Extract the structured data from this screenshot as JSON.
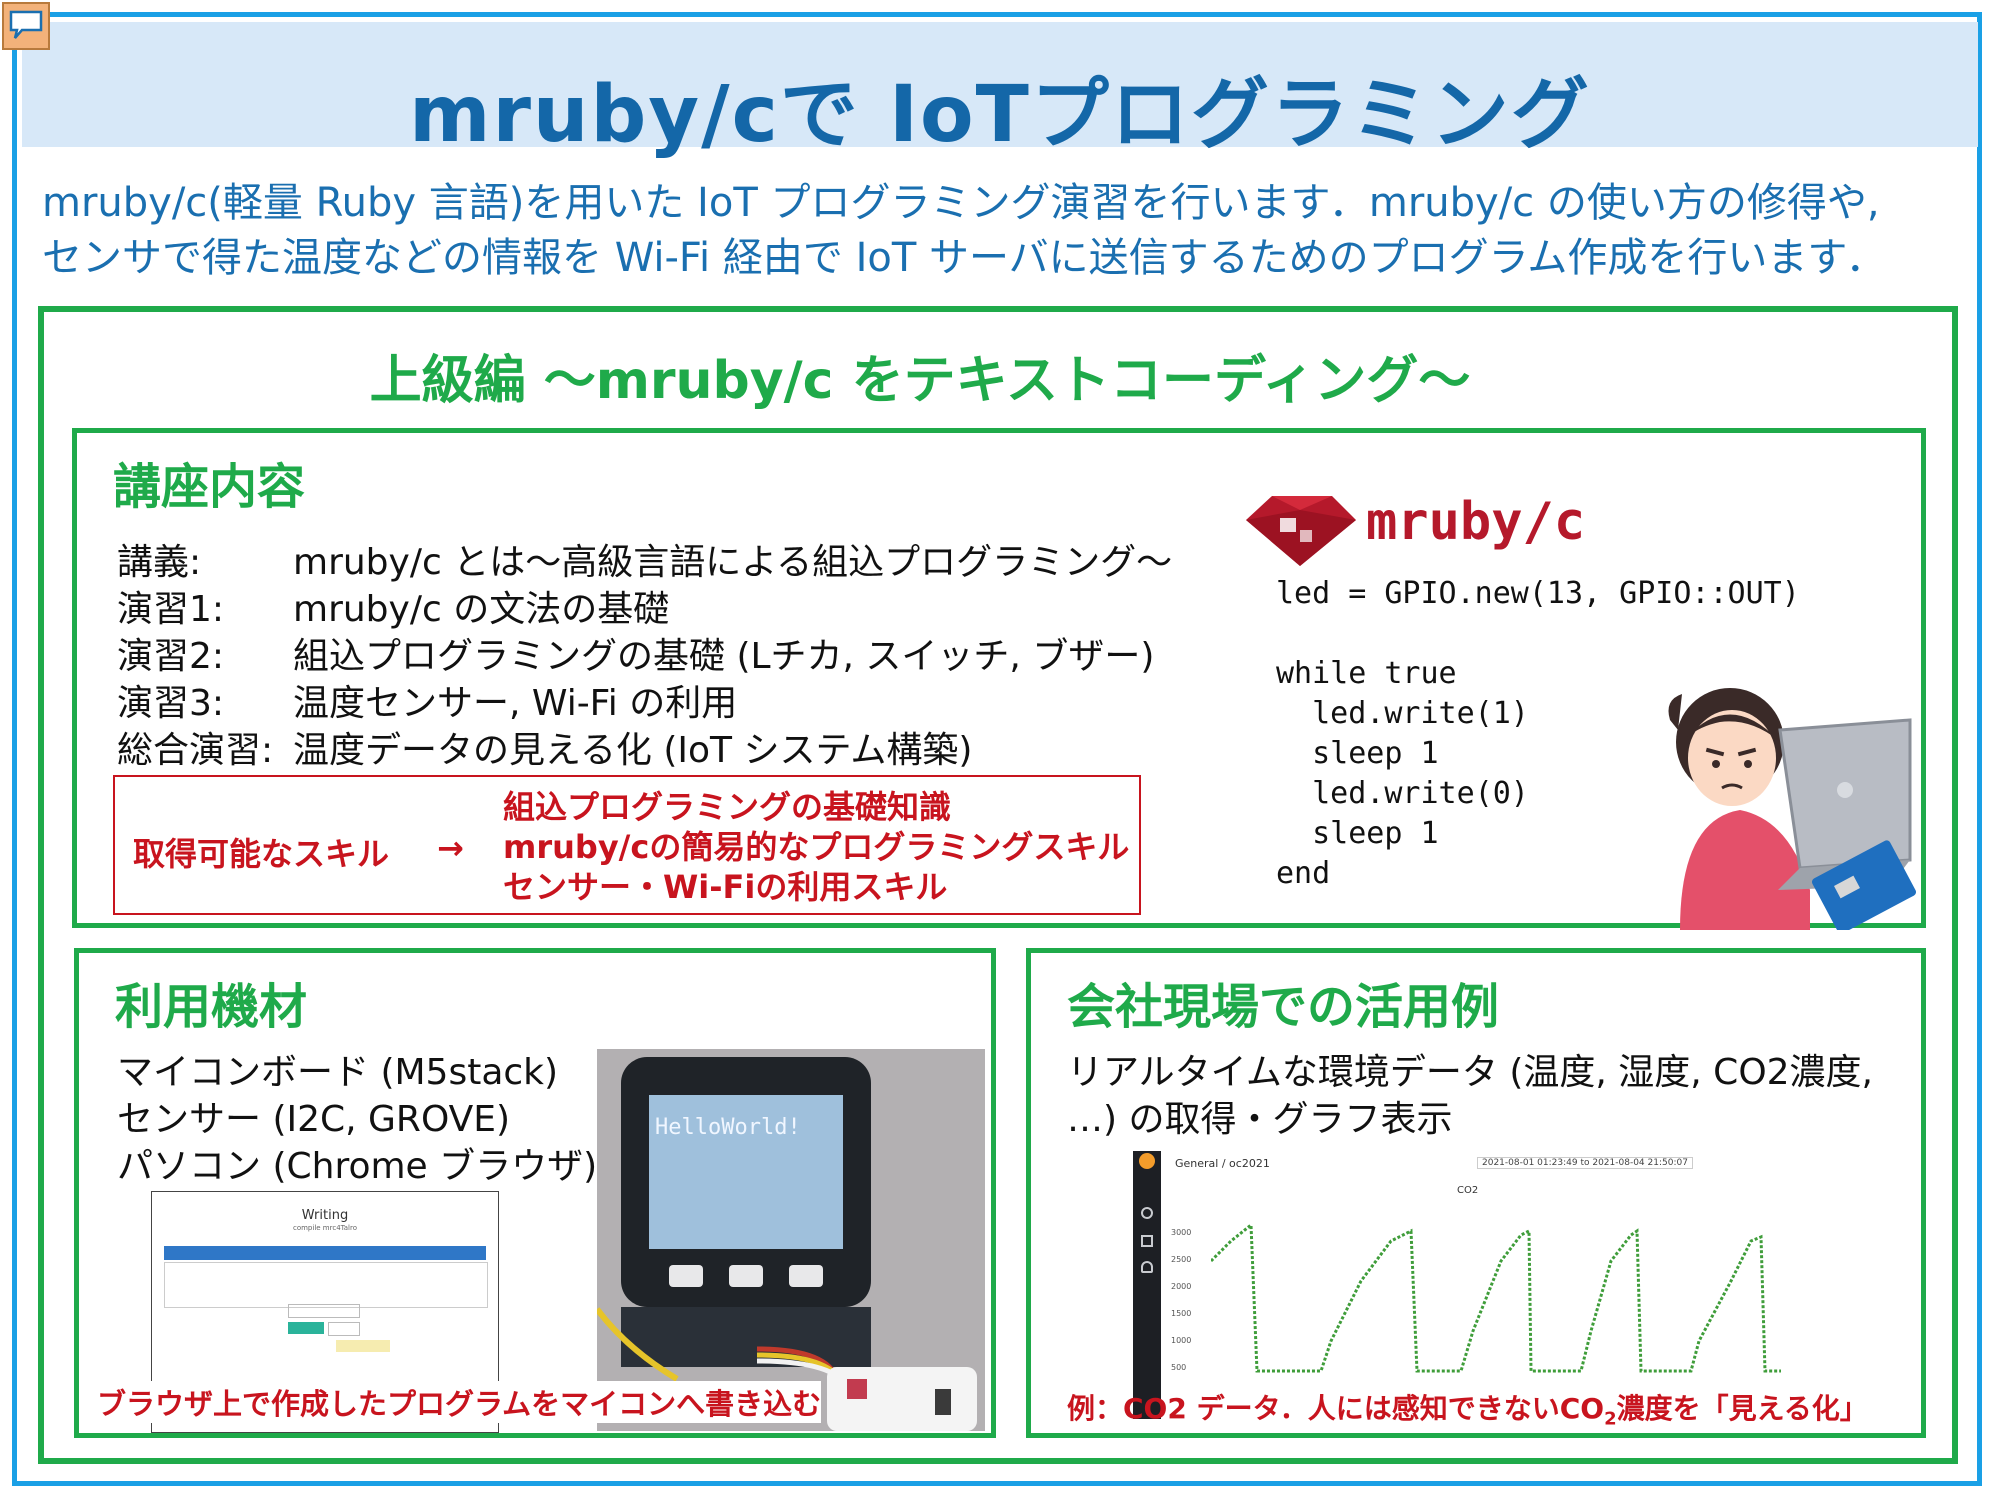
{
  "header": {
    "title": "mruby/cで IoTプログラミング"
  },
  "intro": {
    "line1": "mruby/c(軽量 Ruby 言語)を用いた IoT プログラミング演習を行います．mruby/c の使い方の修得や,",
    "line2": "センサで得た温度などの情報を Wi-Fi 経由で IoT サーバに送信するためのプログラム作成を行います．"
  },
  "advanced": {
    "title": "上級編 ～mruby/c をテキストコーディング～"
  },
  "course": {
    "title": "講座内容",
    "rows": [
      {
        "key": "講義:",
        "value": "mruby/c とは～高級言語による組込プログラミング～"
      },
      {
        "key": "演習1:",
        "value": "mruby/c の文法の基礎"
      },
      {
        "key": "演習2:",
        "value": "組込プログラミングの基礎 (Lチカ, スイッチ, ブザー)"
      },
      {
        "key": "演習3:",
        "value": "温度センサー, Wi-Fi の利用"
      },
      {
        "key": "総合演習:",
        "value": "温度データの見える化 (IoT システム構築)"
      }
    ],
    "skills": {
      "label": "取得可能なスキル",
      "arrow": "→",
      "items": [
        "組込プログラミングの基礎知識",
        "mruby/cの簡易的なプログラミングスキル",
        "センサー・Wi-Fiの利用スキル"
      ]
    },
    "logo_text": "mruby/c",
    "code": "led = GPIO.new(13, GPIO::OUT)\n\nwhile true\n  led.write(1)\n  sleep 1\n  led.write(0)\n  sleep 1\nend"
  },
  "equipment": {
    "title": "利用機材",
    "items": [
      "マイコンボード (M5stack)",
      "センサー (I2C, GROVE)",
      "パソコン (Chrome ブラウザ)"
    ],
    "screenshot_title": "Writing",
    "screenshot_subtitle": "compile mrc4Talro",
    "device_screen_text": "HelloWorld!",
    "caption": "ブラウザ上で作成したプログラムをマイコンへ書き込む"
  },
  "usecase": {
    "title": "会社現場での活用例",
    "line1": "リアルタイムな環境データ (温度, 湿度, CO2濃度,",
    "line2": "…) の取得・グラフ表示",
    "graph": {
      "breadcrumb": "General / oc2021",
      "time_range": "2021-08-01 01:23:49 to 2021-08-04 21:50:07",
      "panel_title": "CO2",
      "y_ticks": [
        "3000",
        "2500",
        "2000",
        "1500",
        "1000",
        "500"
      ]
    },
    "caption_pre": "例：CO2 データ．人には感知できないCO",
    "caption_sub": "2",
    "caption_post": "濃度を「見える化」"
  },
  "colors": {
    "frame": "#1aa0e6",
    "title_band": "#d7e8f8",
    "title_text": "#1467a8",
    "green": "#1faa4a",
    "red": "#c8141e",
    "mruby_red": "#b5192b"
  }
}
